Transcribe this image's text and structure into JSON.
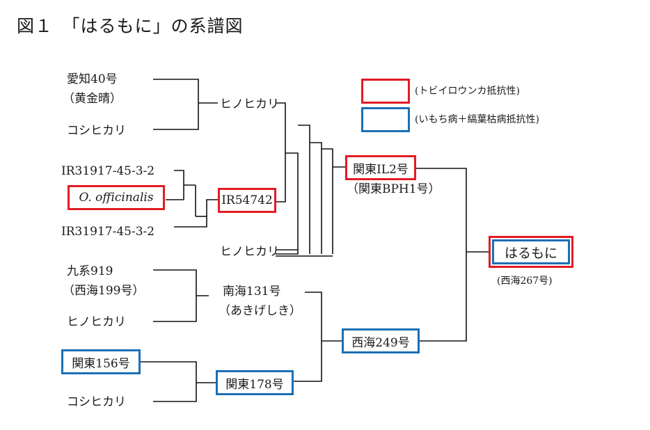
{
  "title": "図１　「はるもに」の系譜図",
  "legend": {
    "red": {
      "label": "(トビイロウンカ抵抗性)",
      "color": "#e31b23"
    },
    "blue": {
      "label": "(いもち病＋縞葉枯病抵抗性)",
      "color": "#1b6fb5"
    }
  },
  "nodes": {
    "aichi40": "愛知40号",
    "ogonbare": "（黄金晴）",
    "koshihikari_1": "コシヒカリ",
    "hinohikari_1": "ヒノヒカリ",
    "ir31917_1": "IR31917-45-3-2",
    "o_officinalis": "O. officinalis",
    "ir31917_2": "IR31917-45-3-2",
    "ir54742": "IR54742",
    "hinohikari_2": "ヒノヒカリ",
    "kanto_il2": "関東IL2号",
    "kanto_bph1": "（関東BPH1号）",
    "kyukei919": "九系919",
    "saikai199": "（西海199号）",
    "hinohikari_3": "ヒノヒカリ",
    "nankai131": "南海131号",
    "akigeshiki": "（あきげしき）",
    "kanto156": "関東156号",
    "koshihikari_2": "コシヒカリ",
    "kanto178": "関東178号",
    "saikai249": "西海249号",
    "harumoni": "はるもに",
    "saikai267": "(西海267号)"
  }
}
